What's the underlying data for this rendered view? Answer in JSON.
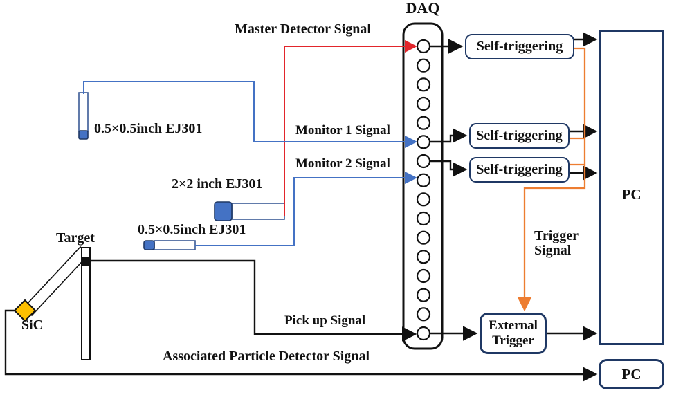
{
  "diagram_title": "DAQ",
  "colors": {
    "box_border_navy": "#1f3864",
    "master_signal_red": "#e2252b",
    "monitor_signal_blue": "#4472c4",
    "trigger_signal_orange": "#ed7d31",
    "sic_gold": "#ffc000",
    "wire_black": "#111111"
  },
  "daq": {
    "label": "DAQ",
    "channel_count": 16
  },
  "detectors": [
    {
      "label": "0.5×0.5inch EJ301"
    },
    {
      "label": "2×2 inch EJ301"
    },
    {
      "label": "0.5×0.5inch EJ301"
    }
  ],
  "signals": {
    "master": "Master Detector Signal",
    "monitor1": "Monitor 1 Signal",
    "monitor2": "Monitor 2 Signal",
    "pickup": "Pick up Signal",
    "associated": "Associated Particle Detector Signal",
    "trigger": "Trigger Signal"
  },
  "boxes": {
    "self_trigger_1": "Self-triggering",
    "self_trigger_2": "Self-triggering",
    "self_trigger_3": "Self-triggering",
    "external_trigger": "External Trigger",
    "pc_main": "PC",
    "pc_secondary": "PC"
  },
  "setup": {
    "target": "Target",
    "sic": "SiC"
  }
}
